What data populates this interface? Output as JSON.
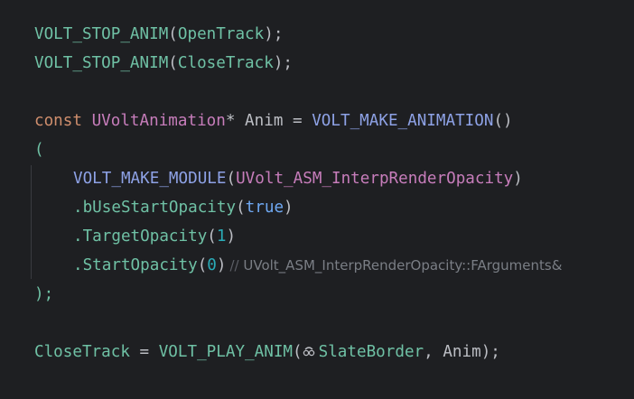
{
  "code": {
    "line1": {
      "macro": "VOLT_STOP_ANIM",
      "open": "(",
      "arg": "OpenTrack",
      "close": ");"
    },
    "line2": {
      "macro": "VOLT_STOP_ANIM",
      "open": "(",
      "arg": "CloseTrack",
      "close": ");"
    },
    "line4": {
      "keyword": "const",
      "type": "UVoltAnimation",
      "ptr": "*",
      "var": "Anim",
      "eq": "=",
      "macro": "VOLT_MAKE_ANIMATION",
      "parens": "()"
    },
    "line5": {
      "open": "("
    },
    "line6": {
      "macro": "VOLT_MAKE_MODULE",
      "open": "(",
      "type": "UVolt_ASM_InterpRenderOpacity",
      "close": ")"
    },
    "line7": {
      "dot": ".",
      "method": "bUseStartOpacity",
      "open": "(",
      "value": "true",
      "close": ")"
    },
    "line8": {
      "dot": ".",
      "method": "TargetOpacity",
      "open": "(",
      "value": "1",
      "close": ")"
    },
    "line9": {
      "dot": ".",
      "method": "StartOpacity",
      "open": "(",
      "value": "0",
      "close": ")",
      "hint_sep": "//",
      "hint": "UVolt_ASM_InterpRenderOpacity::FArguments&"
    },
    "line10": {
      "close": ");"
    },
    "line12": {
      "var": "CloseTrack",
      "eq": "=",
      "macro": "VOLT_PLAY_ANIM",
      "open": "(",
      "arg1": "SlateBorder",
      "comma": ",",
      "arg2": "Anim",
      "close": ");"
    }
  },
  "icons": {
    "blueprint_icon": "unreal-blueprint-icon"
  },
  "colors": {
    "background": "#1e1f22",
    "macro": "#6fc1a5",
    "keyword": "#cf8e6d",
    "type": "#c77dbb",
    "bool": "#6fa8f2",
    "number": "#2aacb8",
    "hint": "#7a7e85"
  }
}
